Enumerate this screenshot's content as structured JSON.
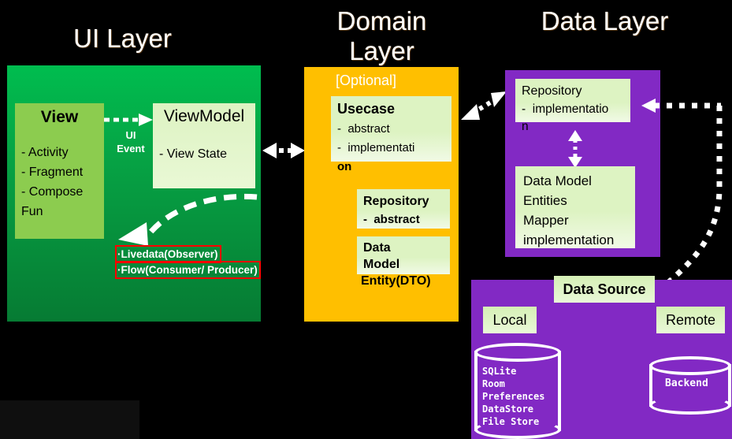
{
  "diagram": {
    "title_ui": "UI Layer",
    "title_domain": "Domain\nLayer",
    "title_data": "Data Layer",
    "colors": {
      "background": "#000000",
      "ui_layer_green_top": "#00bd4f",
      "ui_layer_green_bottom": "#067b33",
      "view_box_green": "#8ccc4f",
      "mint_box": "#ddf3c2",
      "domain_orange": "#ffbf00",
      "data_purple": "#8229c4",
      "annotation_red": "#ff0000",
      "arrow_white": "#ffffff",
      "text_white": "#ffffff",
      "text_black": "#000000"
    }
  },
  "ui_layer": {
    "view": {
      "title": "View",
      "items": [
        "- Activity",
        "- Fragment",
        "- Compose",
        "Fun"
      ]
    },
    "viewmodel": {
      "title": "ViewModel",
      "items": [
        "- View State"
      ]
    },
    "ui_event_label": "UI\nEvent",
    "annotations": [
      "·Livedata(Observer)",
      "·Flow(Consumer/ Producer)"
    ]
  },
  "domain_layer": {
    "optional_label": "[Optional]",
    "usecase": {
      "title": "Usecase",
      "items": [
        "-  abstract",
        "-  implementati"
      ],
      "overflow": "on"
    },
    "repository": {
      "title": "Repository",
      "items": [
        "-  abstract"
      ]
    },
    "data_model": {
      "lines": [
        "Data",
        "Model"
      ],
      "overflow": "Entity(DTO)"
    }
  },
  "data_layer": {
    "repository": {
      "title": "Repository",
      "items": [
        "-  implementatio"
      ],
      "overflow": "n"
    },
    "data_model": {
      "lines": [
        "Data Model",
        "Entities",
        "Mapper",
        "implementation"
      ]
    },
    "data_source_label": "Data Source",
    "local_label": "Local",
    "remote_label": "Remote",
    "local_store_items": "SQLite\nRoom\nPreferences\nDataStore\nFile Store",
    "remote_store_label": "Backend"
  }
}
